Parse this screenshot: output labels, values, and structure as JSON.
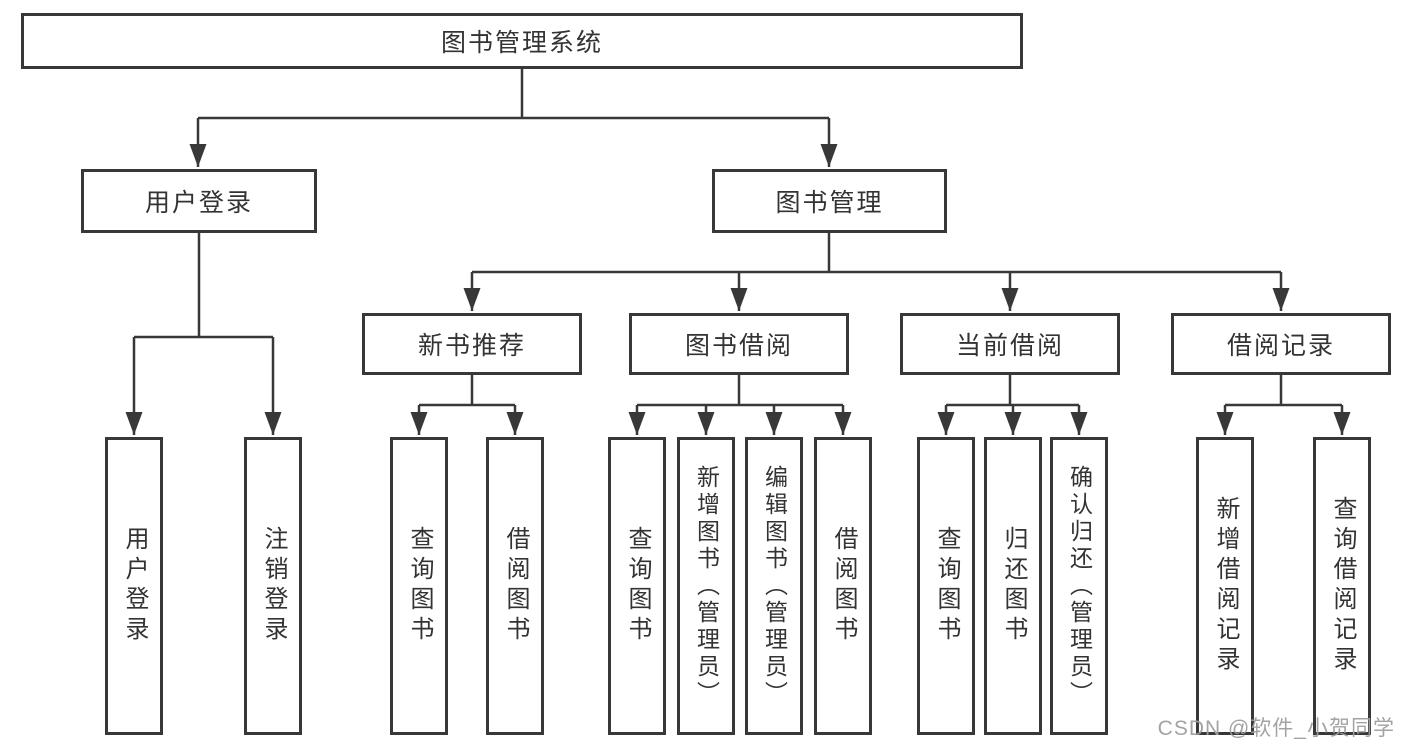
{
  "diagram": {
    "root": {
      "label": "图书管理系统"
    },
    "level2": {
      "user_login": {
        "label": "用户登录"
      },
      "book_mgmt": {
        "label": "图书管理"
      }
    },
    "level3": {
      "new_book_rec": {
        "label": "新书推荐"
      },
      "book_borrow": {
        "label": "图书借阅"
      },
      "current_borrow": {
        "label": "当前借阅"
      },
      "borrow_records": {
        "label": "借阅记录"
      }
    },
    "leaves": {
      "user_login_login": {
        "label": "用户登录"
      },
      "user_login_logout": {
        "label": "注销登录"
      },
      "rec_query_books": {
        "label": "查询图书"
      },
      "rec_borrow_books": {
        "label": "借阅图书"
      },
      "bb_query_books": {
        "label": "查询图书"
      },
      "bb_add_books": {
        "label": "新增图书（管理员）"
      },
      "bb_edit_books": {
        "label": "编辑图书（管理员）"
      },
      "bb_borrow_books": {
        "label": "借阅图书"
      },
      "cb_query_books": {
        "label": "查询图书"
      },
      "cb_return_books": {
        "label": "归还图书"
      },
      "cb_confirm_return": {
        "label": "确认归还（管理员）"
      },
      "br_add_record": {
        "label": "新增借阅记录"
      },
      "br_query_record": {
        "label": "查询借阅记录"
      }
    }
  },
  "watermark": {
    "text": "CSDN @软件_小贺同学"
  },
  "colors": {
    "line": "#383838",
    "box_border": "#383838",
    "text": "#333333",
    "watermark": "#9e9e9e",
    "background": "#ffffff"
  }
}
